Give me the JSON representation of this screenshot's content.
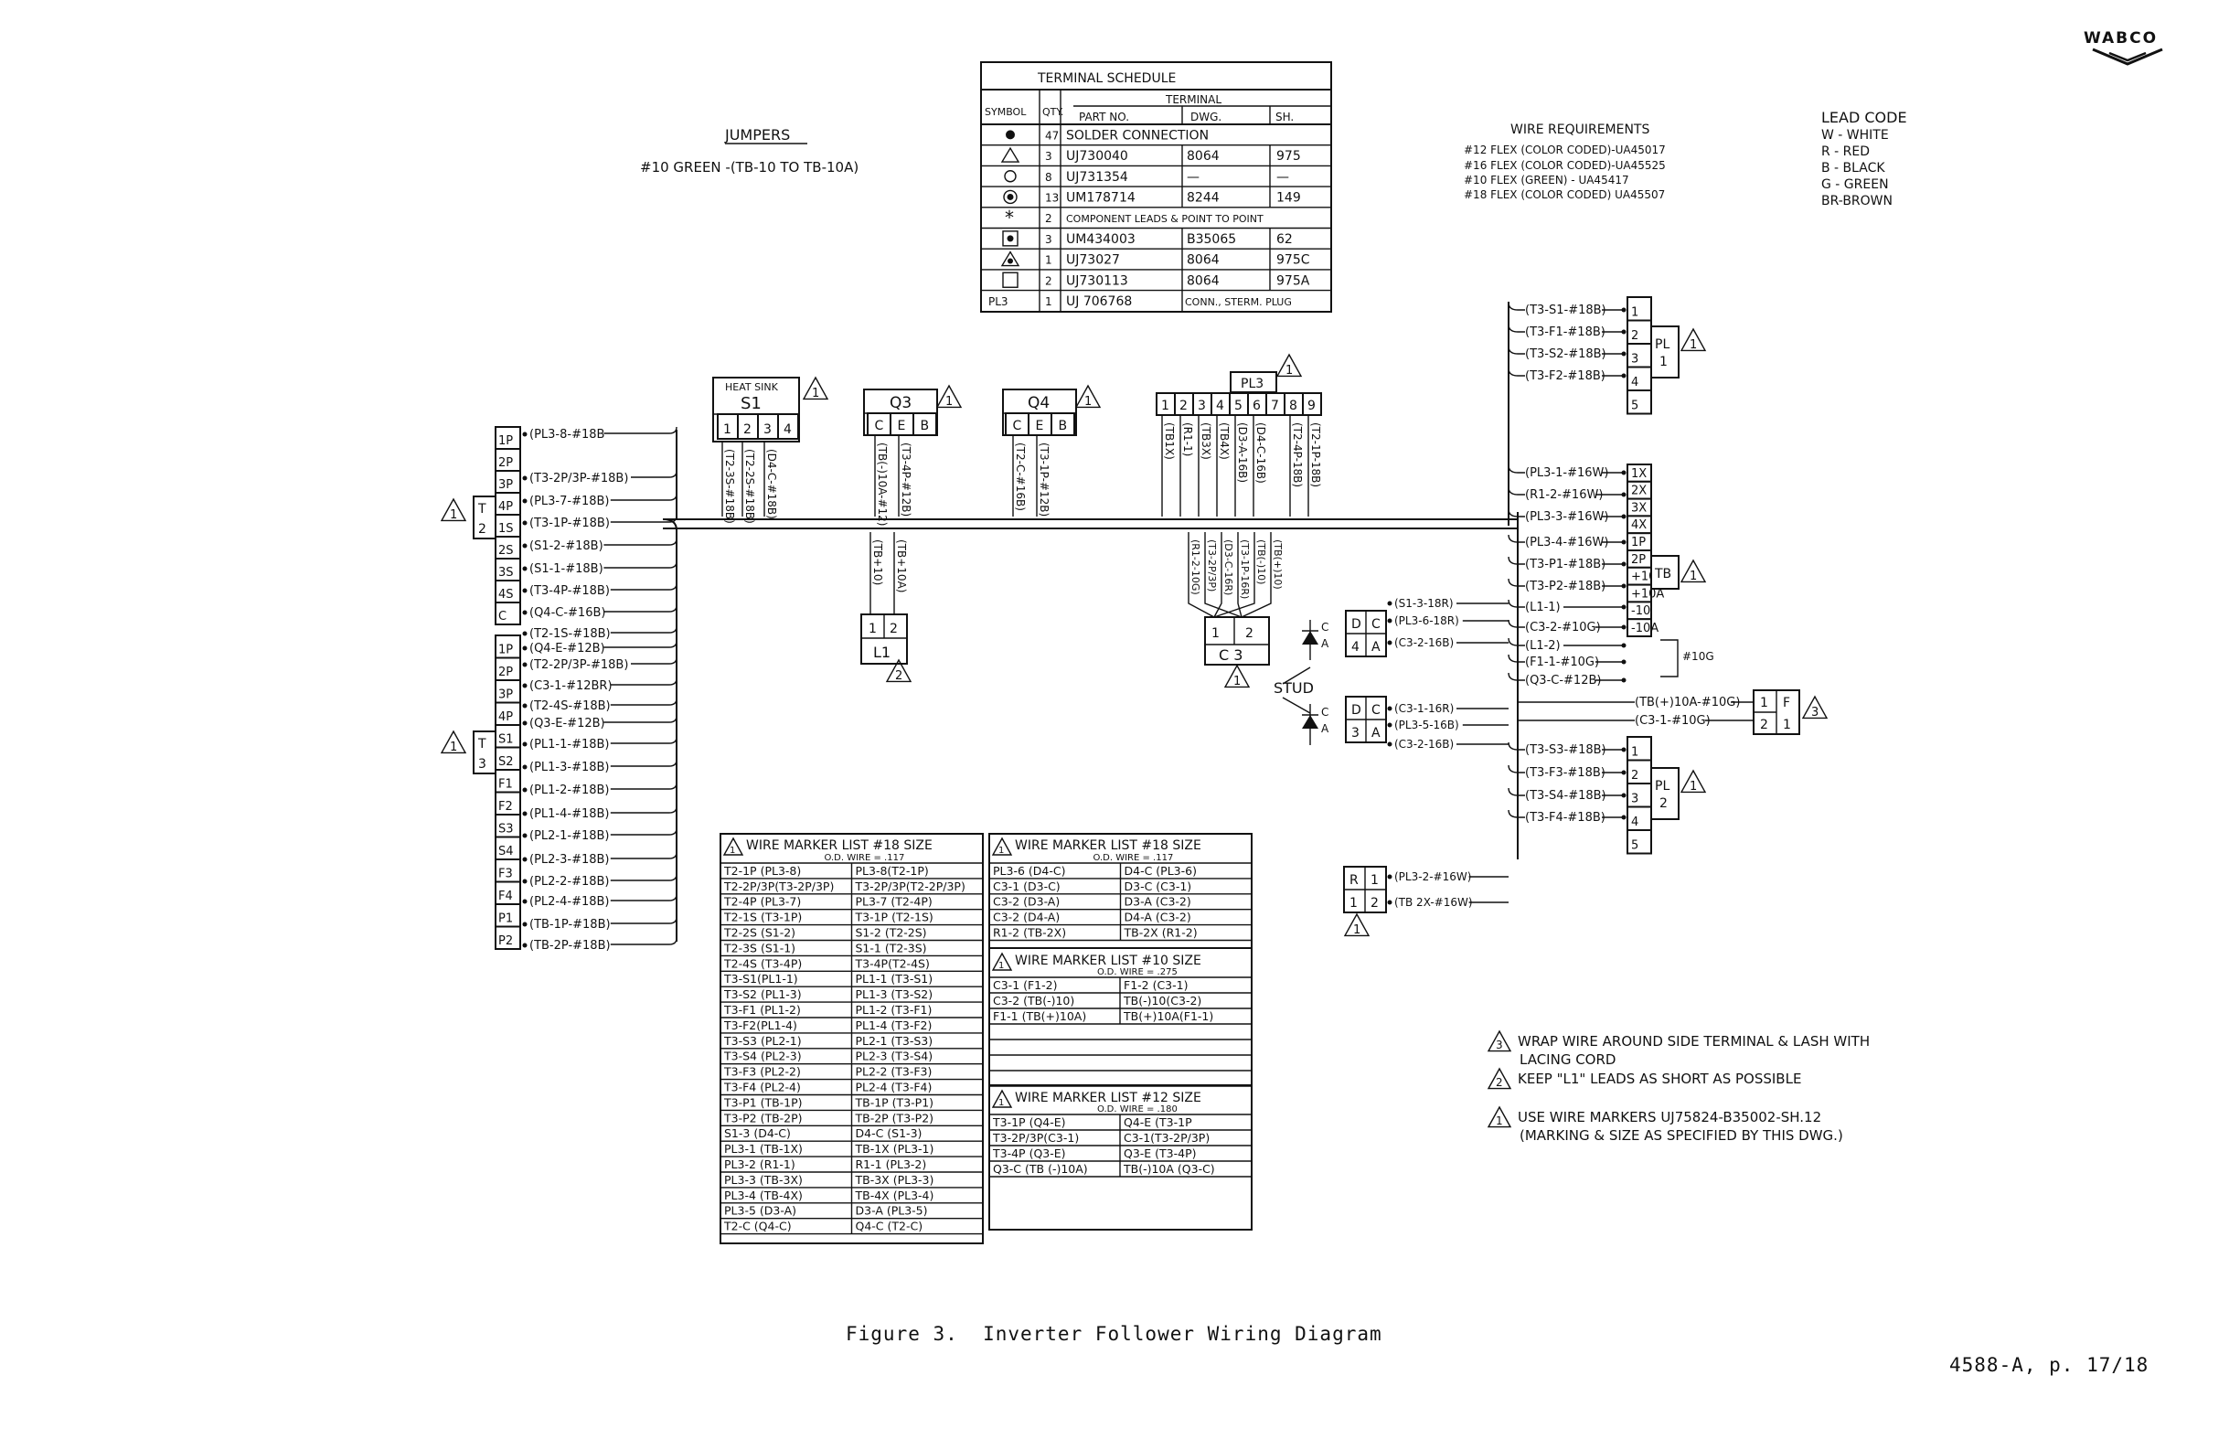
{
  "logo": {
    "text": "WABCO"
  },
  "caption": "Figure 3.  Inverter Follower Wiring Diagram",
  "page_ref": "4588-A, p. 17/18",
  "jumpers": {
    "title": "JUMPERS",
    "text": "#10 GREEN  -(TB-10 TO TB-10A)"
  },
  "terminal_schedule": {
    "title": "TERMINAL SCHEDULE",
    "group_header": "TERMINAL",
    "headers": [
      "SYMBOL",
      "QTY.",
      "PART NO.",
      "DWG.",
      "SH."
    ],
    "rows": [
      {
        "symbol": "filled-dot",
        "qty": "47",
        "part": "SOLDER CONNECTION",
        "dwg": "",
        "sh": ""
      },
      {
        "symbol": "triangle",
        "qty": "3",
        "part": "UJ730040",
        "dwg": "8064",
        "sh": "975"
      },
      {
        "symbol": "circle",
        "qty": "8",
        "part": "UJ731354",
        "dwg": "—",
        "sh": "—"
      },
      {
        "symbol": "ring-dot",
        "qty": "13",
        "part": "UM178714",
        "dwg": "8244",
        "sh": "149"
      },
      {
        "symbol": "asterisk",
        "qty": "2",
        "part": "COMPONENT LEADS & POINT TO POINT",
        "dwg": "",
        "sh": ""
      },
      {
        "symbol": "square-dot",
        "qty": "3",
        "part": "UM434003",
        "dwg": "B35065",
        "sh": "62"
      },
      {
        "symbol": "triangle-a",
        "qty": "1",
        "part": "UJ73027",
        "dwg": "8064",
        "sh": "975C"
      },
      {
        "symbol": "square",
        "qty": "2",
        "part": "UJ730113",
        "dwg": "8064",
        "sh": "975A"
      },
      {
        "symbol": "PL3",
        "qty": "1",
        "part": "UJ 706768",
        "dwg": "CONN., STERM. PLUG",
        "sh": ""
      }
    ]
  },
  "wire_requirements": {
    "title": "WIRE  REQUIREMENTS",
    "lines": [
      "#12 FLEX (COLOR CODED)-UA45017",
      "#16 FLEX (COLOR CODED)-UA45525",
      "#10 FLEX  (GREEN) - UA45417",
      "#18 FLEX (COLOR CODED) UA45507"
    ]
  },
  "lead_code": {
    "title": "LEAD CODE",
    "lines": [
      "W - WHITE",
      "R - RED",
      "B - BLACK",
      "G - GREEN",
      "BR-BROWN"
    ]
  },
  "t2": {
    "label": [
      "T",
      "2"
    ],
    "marker": "1",
    "terminals": [
      "1P",
      "2P",
      "3P",
      "4P",
      "1S",
      "2S",
      "3S",
      "4S",
      "C"
    ],
    "wires": [
      "(PL3-8-#18B",
      "(T3-2P/3P-#18B)",
      "(PL3-7-#18B)",
      "(T3-1P-#18B)",
      "(S1-2-#18B)",
      "(S1-1-#18B)",
      "(T3-4P-#18B)",
      "(Q4-C-#16B)"
    ]
  },
  "t3": {
    "label": [
      "T",
      "3"
    ],
    "marker": "1",
    "terminals": [
      "1P",
      "2P",
      "3P",
      "4P",
      "S1",
      "S2",
      "F1",
      "F2",
      "S3",
      "S4",
      "F3",
      "F4",
      "P1",
      "P2"
    ],
    "wires": [
      "(T2-1S-#18B)",
      "(Q4-E-#12B)",
      "(T2-2P/3P-#18B)",
      "(C3-1-#12BR)",
      "(T2-4S-#18B)",
      "(Q3-E-#12B)",
      "(PL1-1-#18B)",
      "(PL1-3-#18B)",
      "(PL1-2-#18B)",
      "(PL1-4-#18B)",
      "(PL2-1-#18B)",
      "(PL2-3-#18B)",
      "(PL2-2-#18B)",
      "(PL2-4-#18B)",
      "(TB-1P-#18B)",
      "(TB-2P-#18B)"
    ]
  },
  "heat_sink": {
    "title": "HEAT SINK",
    "name": "S1",
    "marker": "1",
    "terminals": [
      "1",
      "2",
      "3",
      "4"
    ],
    "wires": [
      "(T2-3S-#18B)",
      "(T2-2S-#18B)",
      "(D4-C-#18B)"
    ]
  },
  "q3": {
    "name": "Q3",
    "marker": "1",
    "terminals": [
      "C",
      "E",
      "B"
    ],
    "wires": [
      "(TB(-)10A-#12)",
      "(T3-4P-#12B)"
    ]
  },
  "q4": {
    "name": "Q4",
    "marker": "1",
    "terminals": [
      "C",
      "E",
      "B"
    ],
    "wires": [
      "(T2-C-#16B)",
      "(T3-1P-#12B)"
    ]
  },
  "l1": {
    "name": "L1",
    "marker": "2",
    "terminals": [
      "1",
      "2"
    ],
    "wires": [
      "(TB+10)",
      "(TB+10A)"
    ]
  },
  "pl3": {
    "name": "PL3",
    "marker": "1",
    "terminals": [
      "1",
      "2",
      "3",
      "4",
      "5",
      "6",
      "7",
      "8",
      "9"
    ],
    "wires": [
      "(TB1X)",
      "(R1-1)",
      "(TB3X)",
      "(TB4X)",
      "(D3-A-16B)",
      "(D4-C-16B)",
      "(T2-4P-18B)",
      "(T2-1P-18B)"
    ]
  },
  "c3": {
    "name": "C 3",
    "marker": "1",
    "terminals": [
      "1",
      "2"
    ],
    "wires": [
      "(R1-2-10G)",
      "(T3-2P/3P)",
      "(D3-C-16R)",
      "(T3-1P-16R)",
      "(TB(-)10)",
      "(TB(+)10)"
    ]
  },
  "stud": {
    "label": "STUD"
  },
  "d4": {
    "name": [
      "D",
      "4"
    ],
    "pins": [
      "C",
      "A"
    ],
    "wires": [
      "(S1-3-18R)",
      "(PL3-6-18R)",
      "(C3-2-16B)"
    ]
  },
  "d3": {
    "name": [
      "D",
      "3"
    ],
    "pins": [
      "C",
      "A"
    ],
    "wires": [
      "(C3-1-16R)",
      "(PL3-5-16B)",
      "(C3-2-16B)"
    ]
  },
  "diode_labels": [
    "C",
    "A",
    "C",
    "A"
  ],
  "r1": {
    "name": [
      "R",
      "1"
    ],
    "terminals": [
      "1",
      "2"
    ],
    "wires": [
      "(PL3-2-#16W)",
      "(TB 2X-#16W)"
    ],
    "marker": "1"
  },
  "pl1": {
    "name": [
      "PL",
      "1"
    ],
    "marker": "1",
    "terminals": [
      "1",
      "2",
      "3",
      "4",
      "5"
    ],
    "wires": [
      "(T3-S1-#18B)",
      "(T3-F1-#18B)",
      "(T3-S2-#18B)",
      "(T3-F2-#18B)"
    ]
  },
  "tb": {
    "name": "TB",
    "marker": "1",
    "terminals": [
      "1X",
      "2X",
      "3X",
      "4X",
      "1P",
      "2P",
      "+10",
      "+10A",
      "-10",
      "-10A"
    ],
    "wires": [
      "(PL3-1-#16W)",
      "(R1-2-#16W)",
      "(PL3-3-#16W)",
      "(PL3-4-#16W)",
      "(T3-P1-#18B)",
      "(T3-P2-#18B)",
      "(L1-1)",
      "(C3-2-#10G)",
      "(L1-2)",
      "(F1-1-#10G)",
      "(Q3-C-#12B)"
    ],
    "jumper": "#10G"
  },
  "f1": {
    "name": [
      "F",
      "1"
    ],
    "marker": "3",
    "terminals": [
      "1",
      "2"
    ],
    "wires": [
      "(TB(+)10A-#10G)",
      "(C3-1-#10G)"
    ]
  },
  "pl2": {
    "name": [
      "PL",
      "2"
    ],
    "marker": "1",
    "terminals": [
      "1",
      "2",
      "3",
      "4",
      "5"
    ],
    "wires": [
      "(T3-S3-#18B)",
      "(T3-F3-#18B)",
      "(T3-S4-#18B)",
      "(T3-F4-#18B)"
    ]
  },
  "marker_list_18_a": {
    "title": "WIRE MARKER LIST #18 SIZE",
    "subtitle": "O.D. WIRE = .117",
    "marker": "1",
    "rows": [
      [
        "T2-1P (PL3-8)",
        "PL3-8(T2-1P)"
      ],
      [
        "T2-2P/3P(T3-2P/3P)",
        "T3-2P/3P(T2-2P/3P)"
      ],
      [
        "T2-4P (PL3-7)",
        "PL3-7 (T2-4P)"
      ],
      [
        "T2-1S (T3-1P)",
        "T3-1P (T2-1S)"
      ],
      [
        "T2-2S (S1-2)",
        "S1-2 (T2-2S)"
      ],
      [
        "T2-3S (S1-1)",
        "S1-1 (T2-3S)"
      ],
      [
        "T2-4S (T3-4P)",
        "T3-4P(T2-4S)"
      ],
      [
        "T3-S1(PL1-1)",
        "PL1-1 (T3-S1)"
      ],
      [
        "T3-S2 (PL1-3)",
        "PL1-3 (T3-S2)"
      ],
      [
        "T3-F1 (PL1-2)",
        "PL1-2 (T3-F1)"
      ],
      [
        "T3-F2(PL1-4)",
        "PL1-4 (T3-F2)"
      ],
      [
        "T3-S3 (PL2-1)",
        "PL2-1 (T3-S3)"
      ],
      [
        "T3-S4 (PL2-3)",
        "PL2-3 (T3-S4)"
      ],
      [
        "T3-F3 (PL2-2)",
        "PL2-2 (T3-F3)"
      ],
      [
        "T3-F4 (PL2-4)",
        "PL2-4 (T3-F4)"
      ],
      [
        "T3-P1 (TB-1P)",
        "TB-1P (T3-P1)"
      ],
      [
        "T3-P2 (TB-2P)",
        "TB-2P (T3-P2)"
      ],
      [
        "S1-3 (D4-C)",
        "D4-C (S1-3)"
      ],
      [
        "PL3-1 (TB-1X)",
        "TB-1X (PL3-1)"
      ],
      [
        "PL3-2 (R1-1)",
        "R1-1 (PL3-2)"
      ],
      [
        "PL3-3 (TB-3X)",
        "TB-3X (PL3-3)"
      ],
      [
        "PL3-4 (TB-4X)",
        "TB-4X (PL3-4)"
      ],
      [
        "PL3-5 (D3-A)",
        "D3-A (PL3-5)"
      ],
      [
        "T2-C  (Q4-C)",
        "Q4-C  (T2-C)"
      ]
    ]
  },
  "marker_list_18_b": {
    "title": "WIRE MARKER LIST #18 SIZE",
    "subtitle": "O.D. WIRE = .117",
    "marker": "1",
    "rows": [
      [
        "PL3-6 (D4-C)",
        "D4-C (PL3-6)"
      ],
      [
        "C3-1  (D3-C)",
        "D3-C (C3-1)"
      ],
      [
        "C3-2 (D3-A)",
        "D3-A (C3-2)"
      ],
      [
        "C3-2 (D4-A)",
        "D4-A (C3-2)"
      ],
      [
        "R1-2 (TB-2X)",
        "TB-2X (R1-2)"
      ]
    ]
  },
  "marker_list_10": {
    "title": "WIRE MARKER LIST #10 SIZE",
    "subtitle": "O.D. WIRE = .275",
    "marker": "1",
    "rows": [
      [
        "C3-1 (F1-2)",
        "F1-2 (C3-1)"
      ],
      [
        "C3-2 (TB(-)10)",
        "TB(-)10(C3-2)"
      ],
      [
        "F1-1 (TB(+)10A)",
        "TB(+)10A(F1-1)"
      ]
    ]
  },
  "marker_list_12": {
    "title": "WIRE MARKER LIST #12 SIZE",
    "subtitle": "O.D. WIRE = .180",
    "marker": "1",
    "rows": [
      [
        "T3-1P (Q4-E)",
        "Q4-E (T3-1P"
      ],
      [
        "T3-2P/3P(C3-1)",
        "C3-1(T3-2P/3P)"
      ],
      [
        "T3-4P (Q3-E)",
        "Q3-E (T3-4P)"
      ],
      [
        "Q3-C (TB (-)10A)",
        "TB(-)10A (Q3-C)"
      ]
    ]
  },
  "notes": [
    {
      "marker": "3",
      "text": "WRAP WIRE AROUND SIDE TERMINAL & LASH WITH",
      "text2": "LACING CORD"
    },
    {
      "marker": "2",
      "text": "KEEP \"L1\" LEADS AS SHORT AS POSSIBLE",
      "text2": ""
    },
    {
      "marker": "1",
      "text": "USE WIRE MARKERS UJ75824-B35002-SH.12",
      "text2": "(MARKING & SIZE AS SPECIFIED BY THIS DWG.)"
    }
  ]
}
